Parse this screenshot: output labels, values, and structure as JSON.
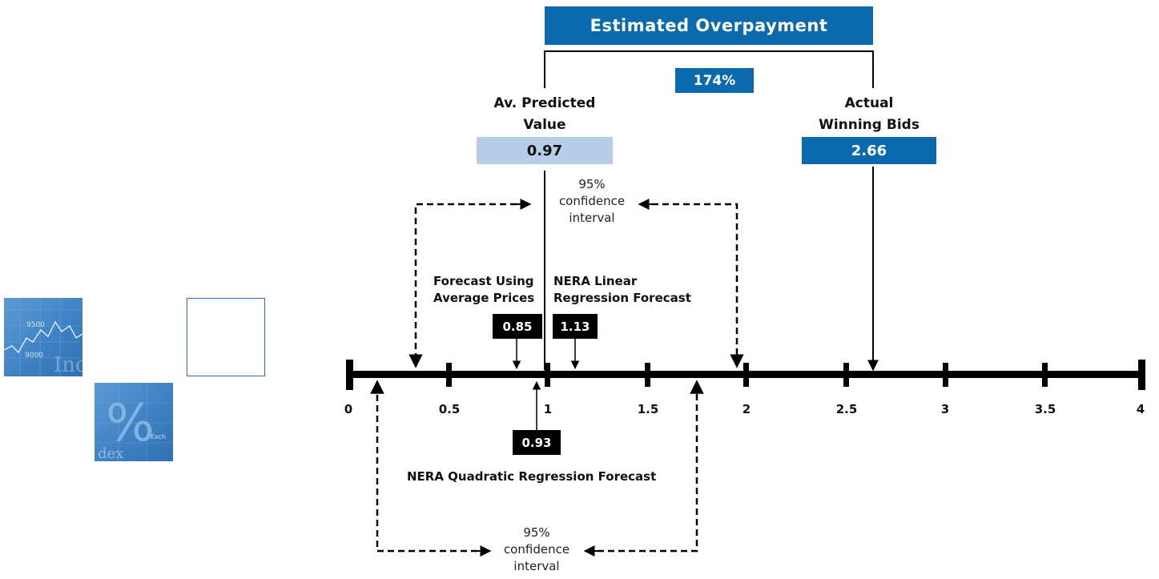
{
  "header": {
    "title": "Estimated Overpayment",
    "overpayment_pct": "174%"
  },
  "predicted": {
    "label_line1": "Av. Predicted",
    "label_line2": "Value",
    "value": "0.97"
  },
  "actual": {
    "label_line1": "Actual",
    "label_line2": "Winning Bids",
    "value": "2.66"
  },
  "confidence_label": {
    "line1": "95%",
    "line2": "confidence",
    "line3": "interval"
  },
  "forecasts": {
    "average_prices": {
      "label_line1": "Forecast Using",
      "label_line2": "Average Prices",
      "value": "0.85"
    },
    "linear": {
      "label_line1": "NERA Linear",
      "label_line2": "Regression Forecast",
      "value": "1.13"
    },
    "quadratic": {
      "label": "NERA Quadratic Regression Forecast",
      "value": "0.93"
    }
  },
  "axis": {
    "ticks": [
      "0",
      "0.5",
      "1",
      "1.5",
      "2",
      "2.5",
      "3",
      "3.5",
      "4"
    ]
  },
  "colors": {
    "accent_blue": "#0b6aad",
    "light_blue": "#b8cde7",
    "black": "#000000"
  }
}
